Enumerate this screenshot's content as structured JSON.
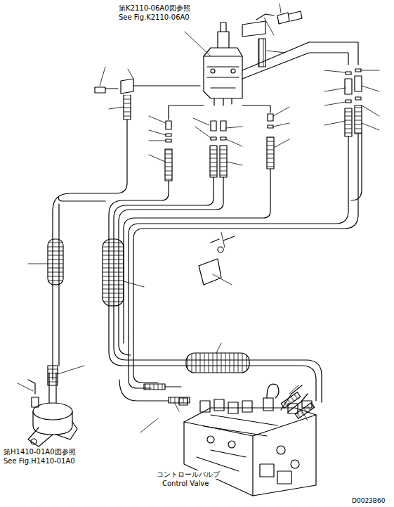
{
  "diagram": {
    "labels": [
      "第K2110-06A0図参照",
      "See Fig.K2110-06A0",
      "第H1410-01A0図参照",
      "See Fig.H1410-01A0",
      "コントロールバルブ",
      "Control Valve",
      "D0023B60"
    ]
  }
}
